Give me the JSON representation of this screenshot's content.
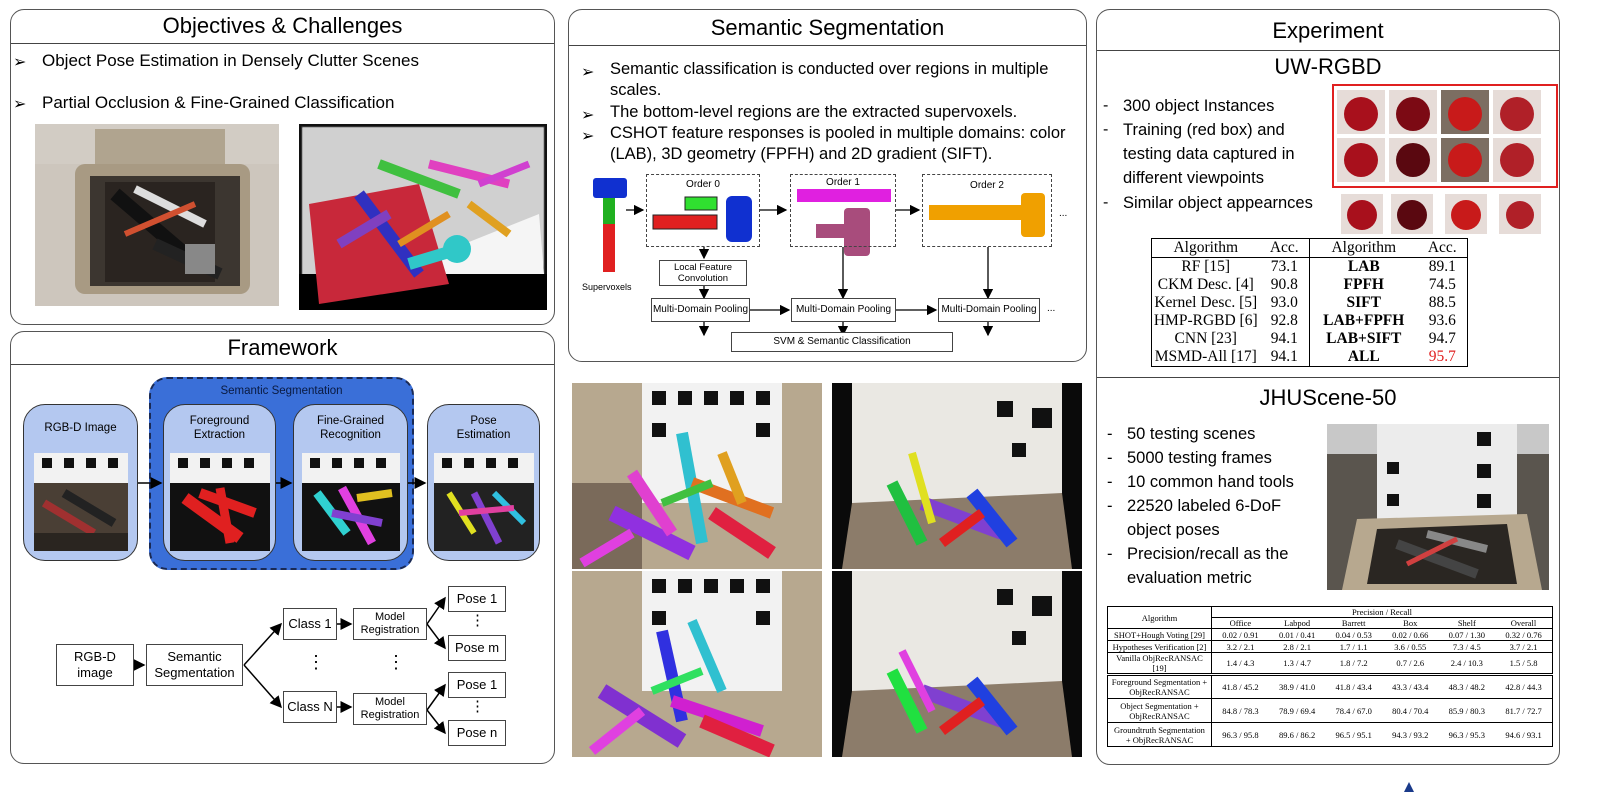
{
  "objectives": {
    "title": "Objectives & Challenges",
    "bullets": [
      "Object Pose Estimation in Densely Clutter Scenes",
      "Partial Occlusion & Fine-Grained Classification"
    ]
  },
  "framework": {
    "title": "Framework",
    "semseg_label": "Semantic Segmentation",
    "stages": [
      "RGB-D Image",
      "Foreground Extraction",
      "Fine-Grained Recognition",
      "Pose Estimation"
    ],
    "flow": {
      "input": "RGB-D image",
      "semseg": "Semantic Segmentation",
      "class1": "Class 1",
      "classN": "Class N",
      "model_reg": "Model Registration",
      "pose1": "Pose 1",
      "posem": "Pose m",
      "pose1b": "Pose 1",
      "posen": "Pose n",
      "vdots": "⋮"
    }
  },
  "semseg": {
    "title": "Semantic Segmentation",
    "bullets": [
      "Semantic classification is conducted over regions  in multiple scales.",
      "The bottom-level regions are the extracted supervoxels.",
      "CSHOT feature responses is pooled in multiple domains: color (LAB), 3D geometry (FPFH) and 2D gradient (SIFT)."
    ],
    "diagram": {
      "order0": "Order 0",
      "order1": "Order 1",
      "order2": "Order 2",
      "supervoxels": "Supervoxels",
      "local_feature": "Local Feature Convolution",
      "mdp": "Multi-Domain Pooling",
      "svm": "SVM & Semantic Classification",
      "ellipsis": "..."
    }
  },
  "experiment": {
    "title": "Experiment",
    "uw_title": "UW-RGBD",
    "uw_bullets": [
      "300 object Instances",
      "Training (red box) and testing data captured in different viewpoints",
      "Similar object appearnces"
    ],
    "uw_table": {
      "headers": [
        "Algorithm",
        "Acc.",
        "Algorithm",
        "Acc."
      ],
      "rows": [
        [
          "RF [15]",
          "73.1",
          "LAB",
          "89.1"
        ],
        [
          "CKM Desc. [4]",
          "90.8",
          "FPFH",
          "74.5"
        ],
        [
          "Kernel Desc. [5]",
          "93.0",
          "SIFT",
          "88.5"
        ],
        [
          "HMP-RGBD [6]",
          "92.8",
          "LAB+FPFH",
          "93.6"
        ],
        [
          "CNN [23]",
          "94.1",
          "LAB+SIFT",
          "94.7"
        ],
        [
          "MSMD-All [17]",
          "94.1",
          "ALL",
          "95.7"
        ]
      ]
    },
    "jhu_title": "JHUScene-50",
    "jhu_bullets": [
      "50 testing scenes",
      "5000 testing frames",
      "10 common hand tools",
      "22520 labeled 6-DoF object poses",
      "Precision/recall as the evaluation metric"
    ],
    "jhu_table": {
      "algo_header": "Algorithm",
      "pr_header": "Precision / Recall",
      "cols": [
        "Office",
        "Labpod",
        "Barrett",
        "Box",
        "Shelf",
        "Overall"
      ],
      "rows": [
        {
          "name": "SHOT+Hough Voting [29]",
          "vals": [
            "0.02 / 0.91",
            "0.01 / 0.41",
            "0.04 / 0.53",
            "0.02 / 0.66",
            "0.07 / 1.30",
            "0.32 / 0.76"
          ]
        },
        {
          "name": "Hypotheses Verification [2]",
          "vals": [
            "3.2 / 2.1",
            "2.8 / 2.1",
            "1.7 / 1.1",
            "3.6 / 0.55",
            "7.3 / 4.5",
            "3.7 / 2.1"
          ]
        },
        {
          "name": "Vanilla ObjRecRANSAC [19]",
          "vals": [
            "1.4 / 4.3",
            "1.3 / 4.7",
            "1.8 / 7.2",
            "0.7 / 2.6",
            "2.4 / 10.3",
            "1.5 / 5.8"
          ]
        },
        {
          "name": "Foreground Segmentation + ObjRecRANSAC",
          "vals": [
            "41.8 / 45.2",
            "38.9 / 41.0",
            "41.8 / 43.4",
            "43.3 / 43.4",
            "48.3 / 48.2",
            "42.8 / 44.3"
          ]
        },
        {
          "name": "Object Segmentation  + ObjRecRANSAC",
          "vals": [
            "84.8 / 78.3",
            "78.9 / 69.4",
            "78.4 / 67.0",
            "80.4 / 70.4",
            "85.9 / 80.3",
            "81.7 / 72.7"
          ]
        },
        {
          "name": "Groundtruth Segmentation + ObjRecRANSAC",
          "vals": [
            "96.3 / 95.8",
            "89.6 / 86.2",
            "96.5 / 95.1",
            "94.3 / 93.2",
            "96.3 / 95.3",
            "94.6 / 93.1"
          ]
        }
      ]
    }
  },
  "colors": {
    "highlight_red": "#e02020",
    "semseg_blue": "#3a6fd8",
    "stage_blue": "#b4c8f0"
  }
}
